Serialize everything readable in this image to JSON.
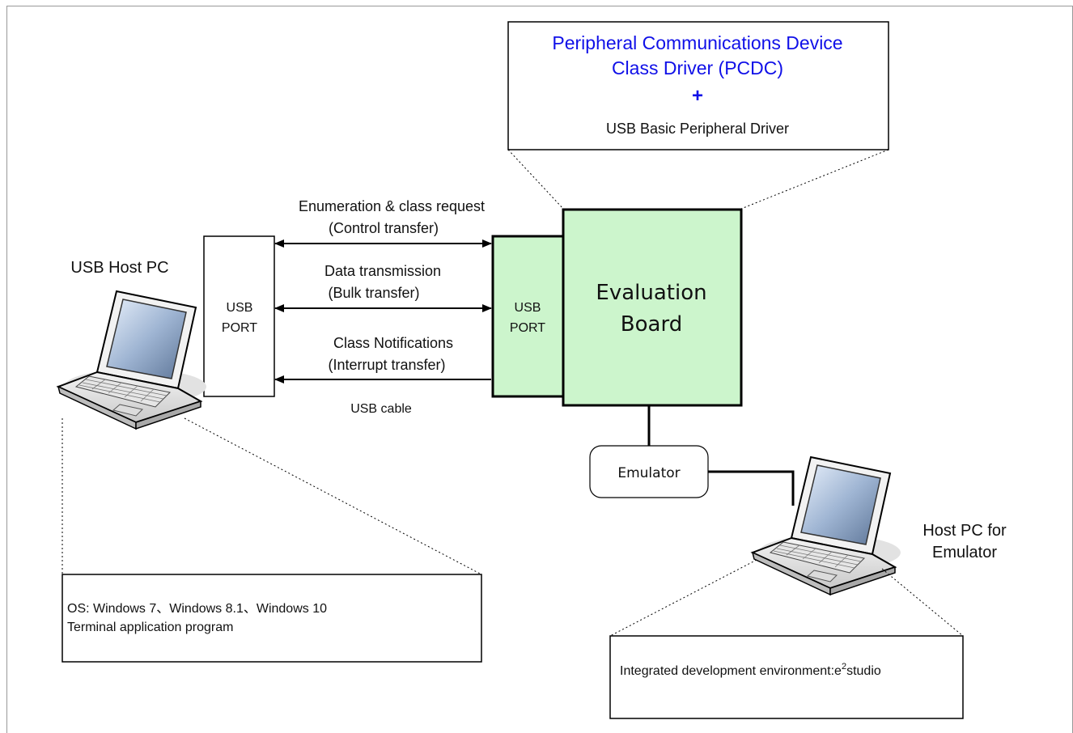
{
  "driver_box": {
    "line1": "Peripheral Communications Device",
    "line2": "Class Driver (PCDC)",
    "plus": "+",
    "line3": "USB Basic Peripheral Driver"
  },
  "transfers": {
    "control_title": "Enumeration & class request",
    "control_sub": "(Control transfer)",
    "bulk_title": "Data transmission",
    "bulk_sub": "(Bulk transfer)",
    "interrupt_title": "Class Notifications",
    "interrupt_sub": "(Interrupt transfer)",
    "cable": "USB cable"
  },
  "host": {
    "label": "USB Host PC",
    "port_line1": "USB",
    "port_line2": "PORT",
    "note_line1": "OS: Windows 7、Windows 8.1、Windows 10",
    "note_line2": "Terminal application program"
  },
  "board": {
    "port_line1": "USB",
    "port_line2": "PORT",
    "title_line1": "Evaluation",
    "title_line2": "Board",
    "emulator": "Emulator"
  },
  "emulator_pc": {
    "label_line1": "Host PC for",
    "label_line2": "Emulator",
    "ide_prefix": "Integrated development environment:e",
    "ide_sup": "2",
    "ide_suffix": "studio"
  },
  "colors": {
    "board_fill": "#ccf5cc",
    "driver_text": "#1010e8",
    "border": "#000000"
  }
}
